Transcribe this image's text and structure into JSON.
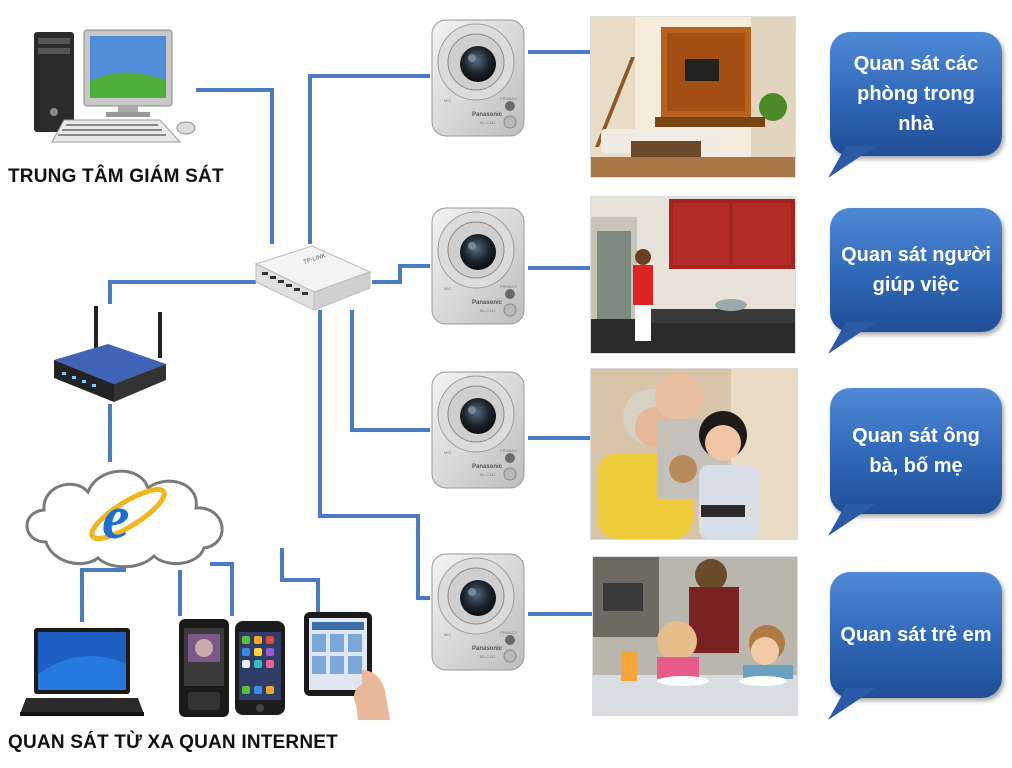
{
  "labels": {
    "monitoring_center": "TRUNG TÂM GIÁM SÁT",
    "remote_monitoring": "QUAN SÁT TỪ XA QUAN INTERNET"
  },
  "bubbles": [
    {
      "text": "Quan sát các phòng trong nhà"
    },
    {
      "text": "Quan sát người giúp việc"
    },
    {
      "text": "Quan sát ông bà, bố mẹ"
    },
    {
      "text": "Quan sát trẻ em"
    }
  ],
  "camera": {
    "brand": "Panasonic",
    "model": "BL-C111",
    "mic_label": "MIC",
    "privacy_label": "PRIVACY"
  },
  "switch": {
    "brand": "TP-LINK"
  },
  "colors": {
    "wire": "#4a7cc4",
    "bubble": "#2e67b7"
  }
}
